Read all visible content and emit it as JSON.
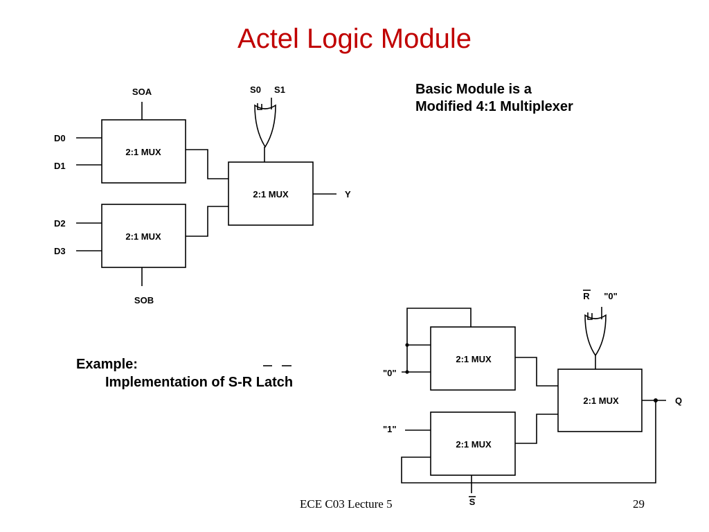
{
  "slide": {
    "title": "Actel Logic Module",
    "description_line1": "Basic Module is a",
    "description_line2": "Modified 4:1 Multiplexer",
    "example_line1": "Example:",
    "example_line2": "Implementation of S-R Latch",
    "footer_lecture": "ECE C03 Lecture 5",
    "footer_page": "29"
  },
  "top_diagram": {
    "mux_label": "2:1 MUX",
    "inputs": [
      "D0",
      "D1",
      "D2",
      "D3"
    ],
    "soa": "SOA",
    "sob": "SOB",
    "s0": "S0",
    "s1": "S1",
    "output": "Y"
  },
  "bottom_diagram": {
    "mux_label": "2:1 MUX",
    "input_zero": "\"0\"",
    "input_one": "\"1\"",
    "r_bar": "R",
    "gate_zero": "\"0\"",
    "s_bar": "S",
    "output": "Q"
  }
}
